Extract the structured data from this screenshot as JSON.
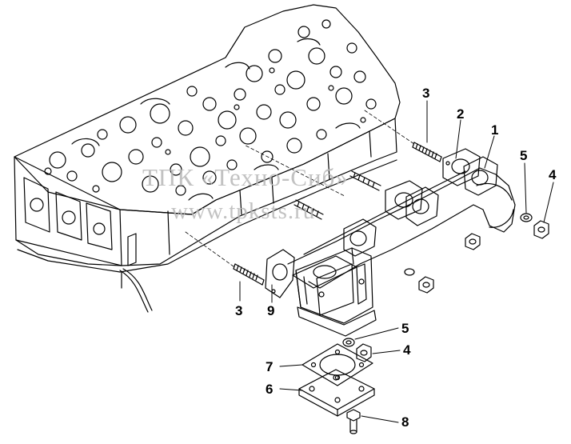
{
  "watermark": {
    "line1": "ТПК «Техно-Сиб»",
    "line2": "www.tpksts.ru"
  },
  "callouts": {
    "c1": "1",
    "c2": "2",
    "c3_top": "3",
    "c3_bottom": "3",
    "c4_top": "4",
    "c4_bottom": "4",
    "c5_top": "5",
    "c5_bottom": "5",
    "c6": "6",
    "c7": "7",
    "c8": "8",
    "c9": "9"
  },
  "colors": {
    "line": "#000000",
    "watermark": "#b8b8b8",
    "background": "#ffffff"
  }
}
